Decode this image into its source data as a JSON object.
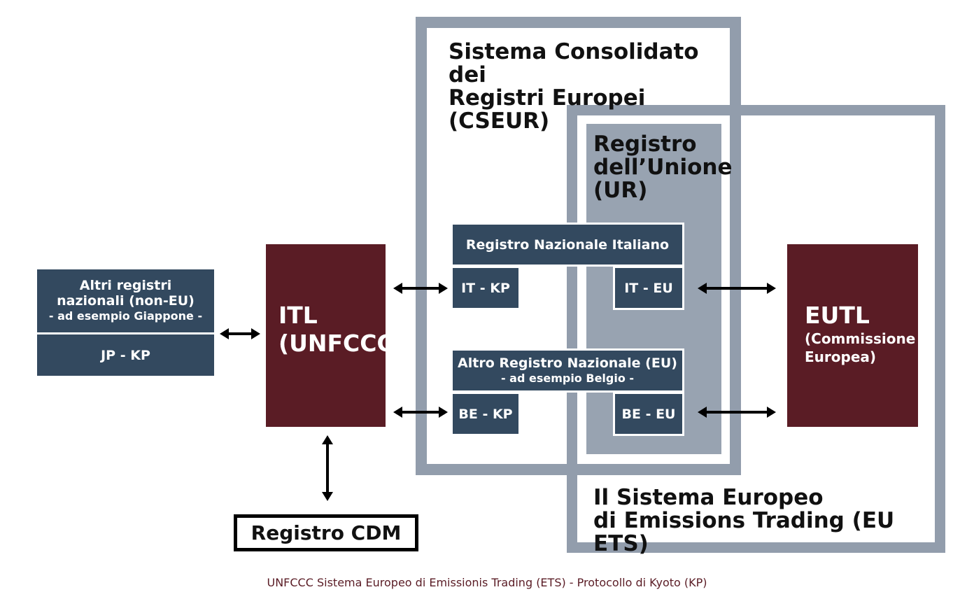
{
  "cseur": {
    "title_line1": "Sistema Consolidato dei",
    "title_line2": "Registri Europei (CSEUR)"
  },
  "ur": {
    "line1": "Registro",
    "line2": "dell’Unione",
    "line3": "(UR)"
  },
  "euets": {
    "line1": "Il Sistema Europeo",
    "line2": "di Emissions Trading (EU ETS)"
  },
  "other_registries": {
    "line1": "Altri registri",
    "line2": "nazionali (non-EU)",
    "line3": "- ad esempio Giappone -",
    "account": "JP - KP"
  },
  "itl": {
    "line1": "ITL",
    "line2": "(UNFCCC)"
  },
  "italian_registry": {
    "title": "Registro Nazionale Italiano",
    "kp": "IT - KP",
    "eu": "IT - EU"
  },
  "other_eu_registry": {
    "title": "Altro Registro Nazionale (EU)",
    "subtitle": "- ad esempio Belgio -",
    "kp": "BE - KP",
    "eu": "BE - EU"
  },
  "eutl": {
    "line1": "EUTL",
    "line2": "(Commissione",
    "line3": "Europea)"
  },
  "cdm": {
    "label": "Registro CDM"
  },
  "caption": "UNFCCC Sistema Europeo di Emissionis Trading (ETS) - Protocollo di Kyoto (KP)",
  "colors": {
    "frame": "#929dac",
    "union_registry_fill": "#98a3b1",
    "navy": "#33495f",
    "maroon": "#5a1c25",
    "caption": "#5a1c25"
  }
}
